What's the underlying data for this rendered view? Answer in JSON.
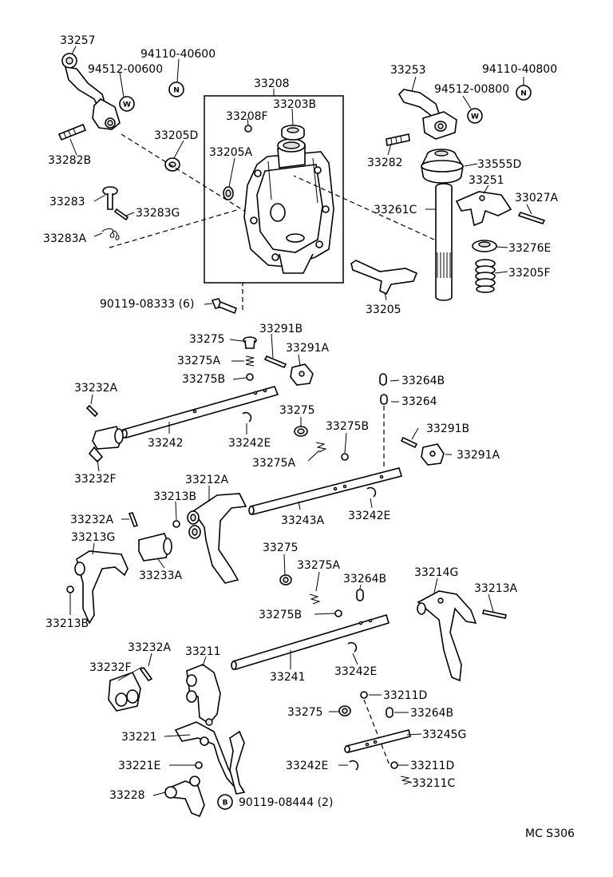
{
  "diagram": {
    "footer_code": "MC  S306",
    "labels": {
      "p33257": "33257",
      "p94110_40600": "94110-40600",
      "p94512_00600": "94512-00600",
      "p33208": "33208",
      "p33203B": "33203B",
      "p33208F": "33208F",
      "p33205D": "33205D",
      "p33205A": "33205A",
      "p33282B": "33282B",
      "p33283": "33283",
      "p33283G": "33283G",
      "p33283A": "33283A",
      "p33253": "33253",
      "p94110_40800": "94110-40800",
      "p94512_00800": "94512-00800",
      "p33282": "33282",
      "p33555D": "33555D",
      "p33251": "33251",
      "p33027A": "33027A",
      "p33261C": "33261C",
      "p33276E": "33276E",
      "p33205F": "33205F",
      "p33205": "33205",
      "p90119_08333": "90119-08333 (6)",
      "p33275_a": "33275",
      "p33291B_a": "33291B",
      "p33291A_a": "33291A",
      "p33275A_a": "33275A",
      "p33275B_a": "33275B",
      "p33232A_a": "33232A",
      "p33264B_a": "33264B",
      "p33264": "33264",
      "p33275_b": "33275",
      "p33275B_b": "33275B",
      "p33242": "33242",
      "p33242E_a": "33242E",
      "p33291B_b": "33291B",
      "p33291A_b": "33291A",
      "p33275A_b": "33275A",
      "p33232F_a": "33232F",
      "p33212A": "33212A",
      "p33213B_a": "33213B",
      "p33232A_b": "33232A",
      "p33243A": "33243A",
      "p33242E_b": "33242E",
      "p33213G": "33213G",
      "p33233A": "33233A",
      "p33275_c": "33275",
      "p33275A_c": "33275A",
      "p33264B_b": "33264B",
      "p33214G": "33214G",
      "p33213A": "33213A",
      "p33213B_b": "33213B",
      "p33275B_c": "33275B",
      "p33232A_c": "33232A",
      "p33211": "33211",
      "p33232F_b": "33232F",
      "p33241": "33241",
      "p33242E_c": "33242E",
      "p33211D_a": "33211D",
      "p33275_d": "33275",
      "p33264B_c": "33264B",
      "p33221": "33221",
      "p33245G": "33245G",
      "p33221E": "33221E",
      "p33242E_d": "33242E",
      "p33211D_b": "33211D",
      "p33211C": "33211C",
      "p33228": "33228",
      "p90119_08444": "90119-08444 (2)"
    },
    "symbols": {
      "nut": "N",
      "washer": "W",
      "bolt": "B"
    }
  }
}
